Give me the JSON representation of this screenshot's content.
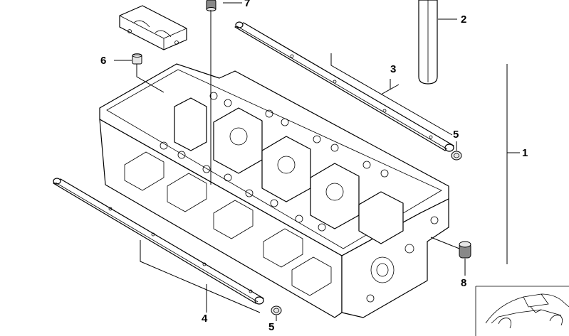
{
  "callouts": {
    "c1": "1",
    "c2": "2",
    "c3": "3",
    "c4": "4",
    "c5a": "5",
    "c5b": "5",
    "c6": "6",
    "c7": "7",
    "c8": "8"
  },
  "colors": {
    "line": "#000000",
    "background": "#ffffff",
    "seal": "#888888"
  }
}
